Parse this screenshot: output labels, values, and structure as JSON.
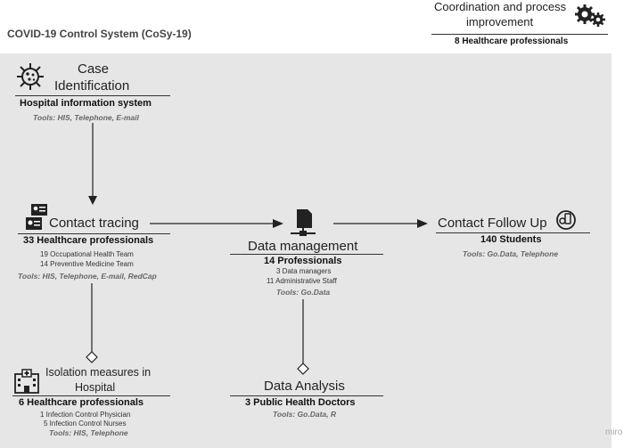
{
  "title": "COVID-19 Control System (CoSy-19)",
  "coordination": {
    "label_line1": "Coordination and process",
    "label_line2": "improvement",
    "staff": "8 Healthcare professionals"
  },
  "case_identification": {
    "label_line1": "Case",
    "label_line2": "Identification",
    "system": "Hospital information system",
    "tools": "Tools: HIS,  Telephone, E-mail"
  },
  "contact_tracing": {
    "label": "Contact tracing",
    "staff": "33 Healthcare professionals",
    "detail1": "19 Occupational Health Team",
    "detail2": "14 Preventive Medicine Team",
    "tools": "Tools: HIS,  Telephone, E-mail, RedCap"
  },
  "data_management": {
    "label": "Data management",
    "staff": "14 Professionals",
    "detail1": "3 Data managers",
    "detail2": "11 Administrative Staff",
    "tools": "Tools: Go.Data"
  },
  "contact_follow_up": {
    "label": "Contact Follow Up",
    "staff": "140 Students",
    "tools": "Tools: Go.Data, Telephone"
  },
  "isolation": {
    "label_line1": "Isolation measures in",
    "label_line2": "Hospital",
    "staff": "6 Healthcare professionals",
    "detail1": "1 Infection Control Physician",
    "detail2": "5 Infection Control Nurses",
    "tools": "Tools: HIS,  Telephone"
  },
  "data_analysis": {
    "label": "Data Analysis",
    "staff": "3 Public Health Doctors",
    "tools": "Tools: Go.Data, R"
  },
  "watermark": "miro"
}
